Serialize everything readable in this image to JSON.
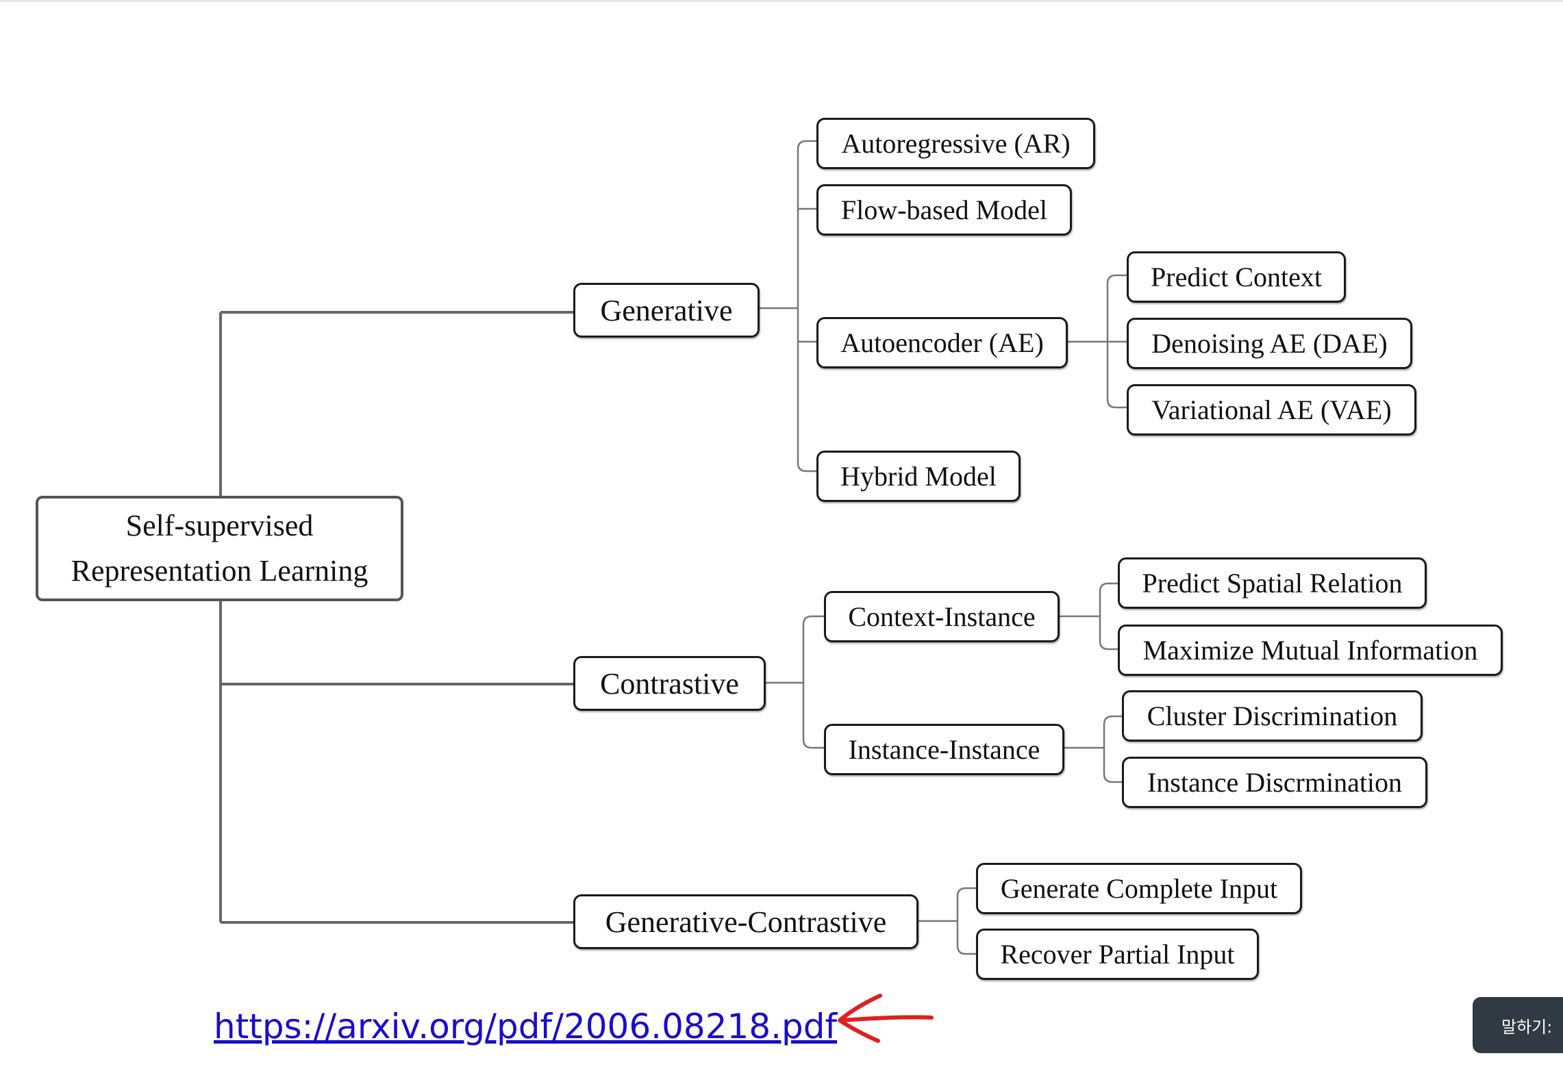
{
  "diagram": {
    "root": {
      "line1": "Self-supervised",
      "line2": "Representation Learning"
    },
    "generative": {
      "label": "Generative",
      "children": {
        "ar": "Autoregressive (AR)",
        "flow": "Flow-based Model",
        "ae": "Autoencoder (AE)",
        "hybrid": "Hybrid Model"
      },
      "ae_children": {
        "predict_context": "Predict Context",
        "dae": "Denoising AE (DAE)",
        "vae": "Variational AE (VAE)"
      }
    },
    "contrastive": {
      "label": "Contrastive",
      "children": {
        "context_instance": "Context-Instance",
        "instance_instance": "Instance-Instance"
      },
      "context_instance_children": {
        "spatial": "Predict Spatial Relation",
        "mutual": "Maximize Mutual Information"
      },
      "instance_instance_children": {
        "cluster": "Cluster Discrimination",
        "instance": "Instance Discrmination"
      }
    },
    "generative_contrastive": {
      "label": "Generative-Contrastive",
      "children": {
        "complete": "Generate Complete Input",
        "partial": "Recover Partial Input"
      }
    }
  },
  "source_link": "https://arxiv.org/pdf/2006.08218.pdf",
  "speak_button": "말하기: ",
  "colors": {
    "connector": "#666666",
    "link": "#1a0dcc",
    "annotation": "#e02020",
    "button_bg": "#2f3a44"
  }
}
